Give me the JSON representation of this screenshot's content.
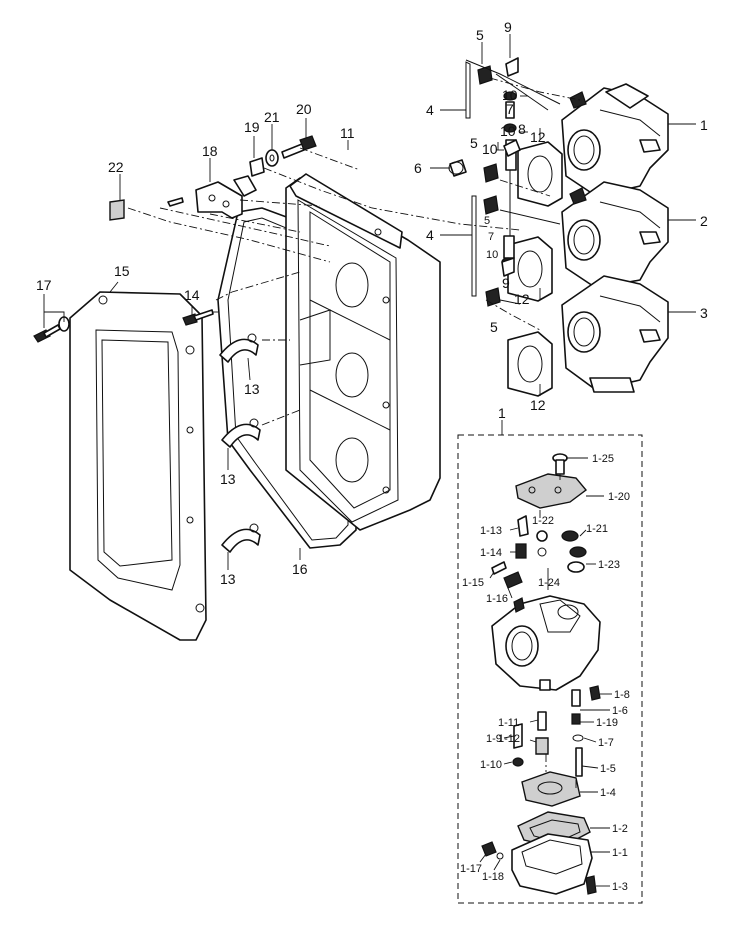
{
  "callouts": {
    "c1": "1",
    "c2": "2",
    "c3": "3",
    "c4a": "4",
    "c4b": "4",
    "c5a": "5",
    "c5b": "5",
    "c5c": "5",
    "c5d": "5",
    "c6": "6",
    "c7a": "7",
    "c7b": "7",
    "c8": "8",
    "c9a": "9",
    "c9b": "9",
    "c10a": "10",
    "c10b": "10",
    "c10c": "10",
    "c10d": "10",
    "c11": "11",
    "c12a": "12",
    "c12b": "12",
    "c12c": "12",
    "c13a": "13",
    "c13b": "13",
    "c13c": "13",
    "c14": "14",
    "c15": "15",
    "c16": "16",
    "c17": "17",
    "c18": "18",
    "c19": "19",
    "c20": "20",
    "c21": "21",
    "c22": "22",
    "d1": "1",
    "s1_1": "1-1",
    "s1_2": "1-2",
    "s1_3": "1-3",
    "s1_4": "1-4",
    "s1_5": "1-5",
    "s1_6": "1-6",
    "s1_7": "1-7",
    "s1_8": "1-8",
    "s1_9": "1-9",
    "s1_10": "1-10",
    "s1_11": "1-11",
    "s1_12": "1-12",
    "s1_13": "1-13",
    "s1_14": "1-14",
    "s1_15": "1-15",
    "s1_16": "1-16",
    "s1_17": "1-17",
    "s1_18": "1-18",
    "s1_19": "1-19",
    "s1_20": "1-20",
    "s1_21": "1-21",
    "s1_22": "1-22",
    "s1_23": "1-23",
    "s1_24": "1-24",
    "s1_25": "1-25"
  }
}
